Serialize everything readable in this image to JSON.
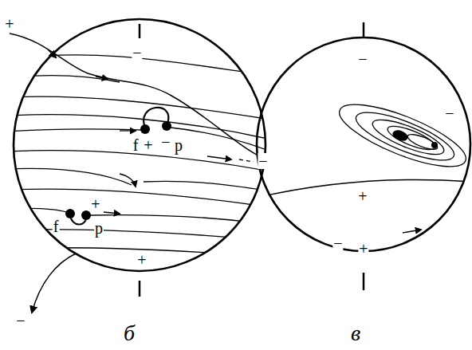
{
  "diagram": {
    "labels": [
      "+",
      "−",
      "f",
      "+",
      "−",
      "p",
      "f",
      "+",
      "p",
      "−",
      "+",
      "−",
      "б",
      "−",
      "−",
      "+",
      "−",
      "+",
      "в"
    ]
  }
}
